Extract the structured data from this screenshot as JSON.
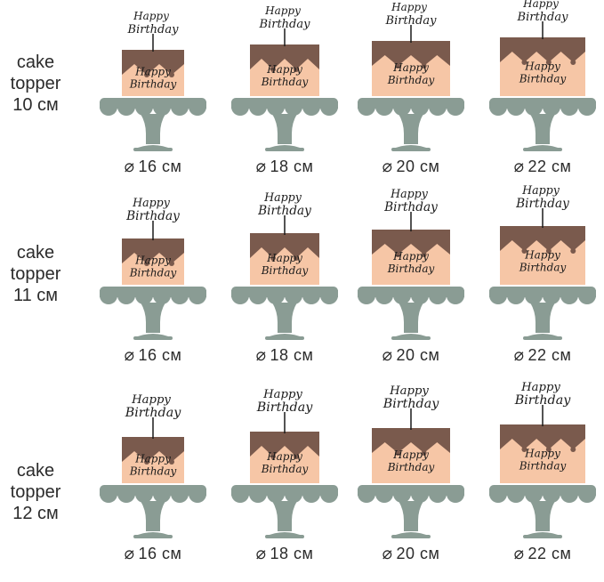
{
  "colors": {
    "stand": "#8a9c94",
    "cake_body": "#f6c6a6",
    "drip": "#7a5a4d",
    "script": "#1a1a1a",
    "text": "#2b2b2b"
  },
  "rows": [
    {
      "label_lines": [
        "cake",
        "topper",
        "10 см"
      ],
      "cells": [
        {
          "diameter": "16 см",
          "topper_line1": "Happy",
          "topper_line2": "Birthday",
          "cake_line1": "Happy",
          "cake_line2": "Birthday"
        },
        {
          "diameter": "18 см",
          "topper_line1": "Happy",
          "topper_line2": "Birthday",
          "cake_line1": "Happy",
          "cake_line2": "Birthday"
        },
        {
          "diameter": "20 см",
          "topper_line1": "Happy",
          "topper_line2": "Birthday",
          "cake_line1": "Happy",
          "cake_line2": "Birthday"
        },
        {
          "diameter": "22 см",
          "topper_line1": "Happy",
          "topper_line2": "Birthday",
          "cake_line1": "Happy",
          "cake_line2": "Birthday"
        }
      ]
    },
    {
      "label_lines": [
        "cake",
        "topper",
        "11 см"
      ],
      "cells": [
        {
          "diameter": "16 см",
          "topper_line1": "Happy",
          "topper_line2": "Birthday",
          "cake_line1": "Happy",
          "cake_line2": "Birthday"
        },
        {
          "diameter": "18 см",
          "topper_line1": "Happy",
          "topper_line2": "Birthday",
          "cake_line1": "Happy",
          "cake_line2": "Birthday"
        },
        {
          "diameter": "20 см",
          "topper_line1": "Happy",
          "topper_line2": "Birthday",
          "cake_line1": "Happy",
          "cake_line2": "Birthday"
        },
        {
          "diameter": "22 см",
          "topper_line1": "Happy",
          "topper_line2": "Birthday",
          "cake_line1": "Happy",
          "cake_line2": "Birthday"
        }
      ]
    },
    {
      "label_lines": [
        "cake",
        "topper",
        "12 см"
      ],
      "cells": [
        {
          "diameter": "16 см",
          "topper_line1": "Happy",
          "topper_line2": "Birthday",
          "cake_line1": "Happy",
          "cake_line2": "Birthday"
        },
        {
          "diameter": "18 см",
          "topper_line1": "Happy",
          "topper_line2": "Birthday",
          "cake_line1": "Happy",
          "cake_line2": "Birthday"
        },
        {
          "diameter": "20 см",
          "topper_line1": "Happy",
          "topper_line2": "Birthday",
          "cake_line1": "Happy",
          "cake_line2": "Birthday"
        },
        {
          "diameter": "22 см",
          "topper_line1": "Happy",
          "topper_line2": "Birthday",
          "cake_line1": "Happy",
          "cake_line2": "Birthday"
        }
      ]
    }
  ]
}
